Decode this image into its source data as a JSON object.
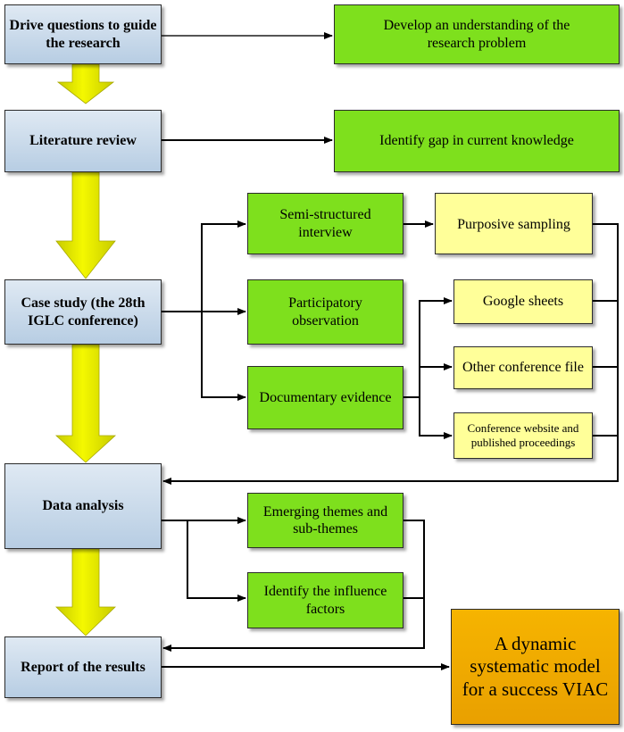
{
  "main_steps": {
    "drive_questions": "Drive questions to guide the research",
    "literature_review": "Literature review",
    "case_study": "Case study (the 28th IGLC conference)",
    "data_analysis": "Data analysis",
    "report": "Report of the results"
  },
  "outcomes": {
    "understanding": "Develop an understanding of the research problem",
    "gap": "Identify gap in current knowledge",
    "model": "A dynamic systematic model for a success VIAC"
  },
  "methods": {
    "interview": "Semi-structured interview",
    "observation": "Participatory observation",
    "documentary": "Documentary evidence"
  },
  "sources": {
    "sampling": "Purposive sampling",
    "google_sheets": "Google sheets",
    "other_file": "Other conference file",
    "website": "Conference website and published proceedings"
  },
  "analysis": {
    "themes": "Emerging themes and sub-themes",
    "factors": "Identify the influence factors"
  },
  "colors": {
    "main_step": "#c9dbec",
    "green": "#7ee01d",
    "yellow": "#ffff99",
    "orange": "#f0a800",
    "arrow_yellow": "#ecf000"
  }
}
